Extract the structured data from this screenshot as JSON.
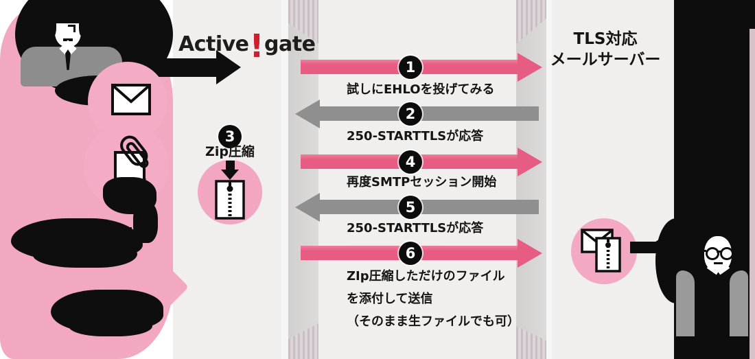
{
  "brand": {
    "part1": "Active",
    "bang": "!",
    "part2": "gate"
  },
  "server": {
    "line1": "TLS対応",
    "line2": "メールサーバー"
  },
  "steps": [
    {
      "num": "1",
      "label": "試しにEHLOを投げてみる",
      "direction": "right"
    },
    {
      "num": "2",
      "label": "250-STARTTLSが応答",
      "direction": "left"
    },
    {
      "num": "3",
      "label": "Zip圧縮",
      "direction": "none"
    },
    {
      "num": "4",
      "label": "再度SMTPセッション開始",
      "direction": "right"
    },
    {
      "num": "5",
      "label": "250-STARTTLSが応答",
      "direction": "left"
    },
    {
      "num": "6",
      "lines": [
        "ZIp圧縮しただけのファイル",
        "を添付して送信",
        "（そのまま生ファイルでも可）"
      ],
      "direction": "right"
    }
  ],
  "icons": {
    "sender": "person-sender-icon",
    "mail": "envelope-icon",
    "attachment": "paperclip-document-icon",
    "zip": "zip-file-icon",
    "zip_mail": "zipped-mail-icon",
    "recipient": "person-glasses-icon",
    "down_arrow": "down-arrow-icon",
    "send_arrow": "black-right-arrow-icon"
  },
  "colors": {
    "accent_pink": "#e65c82",
    "bubble_pink": "#f3a8c2",
    "gray_arrow": "#8f8f8f",
    "panel_gray": "#f0efee",
    "black": "#0d0d0d",
    "logo_red": "#cc2030"
  }
}
